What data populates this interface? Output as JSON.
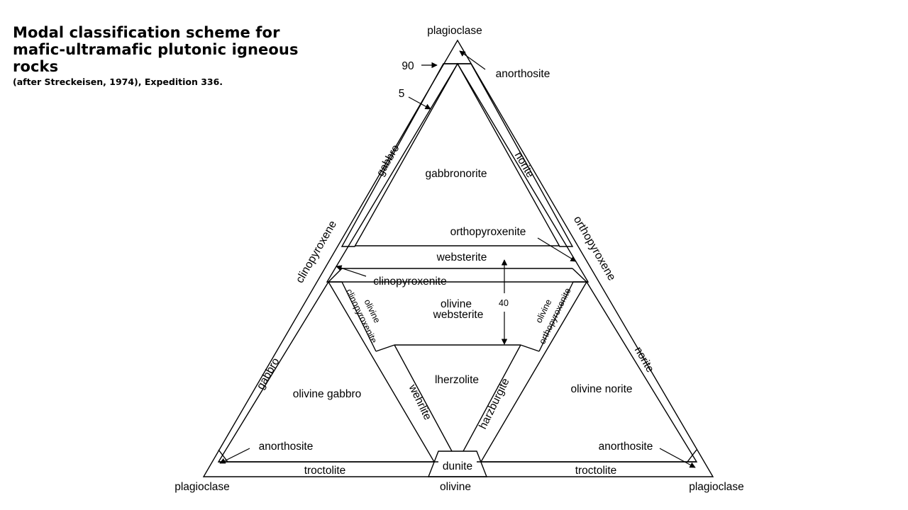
{
  "title": {
    "main": "Modal classification scheme for\nmafic-ultramafic plutonic igneous\nrocks",
    "sub": "(after Streckeisen, 1974), Expedition 336."
  },
  "vertices": {
    "top": "plagioclase",
    "bottom_left": "plagioclase",
    "bottom_center": "olivine",
    "bottom_right": "plagioclase"
  },
  "markers": {
    "ninety": "90",
    "five": "5",
    "forty": "40"
  },
  "fields": {
    "anorthosite_top": "anorthosite",
    "gabbronorite": "gabbronorite",
    "gabbro_upper": "gabbro",
    "norite_upper": "norite",
    "orthopyroxenite": "orthopyroxenite",
    "websterite": "websterite",
    "clinopyroxenite": "clinopyroxenite",
    "olivine_websterite_1": "olivine",
    "olivine_websterite_2": "websterite",
    "olivine_clinopyroxenite_1": "olivine",
    "olivine_clinopyroxenite_2": "clinopyroxenite",
    "olivine_orthopyroxenite_1": "olivine",
    "olivine_orthopyroxenite_2": "orthopyroxenite",
    "lherzolite": "lherzolite",
    "wehrlite": "wehrlite",
    "harzburgite": "harzburgite",
    "dunite": "dunite",
    "olivine_gabbro": "olivine gabbro",
    "olivine_norite": "olivine norite",
    "gabbro_lower": "gabbro",
    "norite_lower": "norite",
    "anorthosite_left": "anorthosite",
    "anorthosite_right": "anorthosite",
    "troctolite_left": "troctolite",
    "troctolite_right": "troctolite"
  },
  "axes": {
    "clinopyroxene": "clinopyroxene",
    "orthopyroxene": "orthopyroxene"
  }
}
